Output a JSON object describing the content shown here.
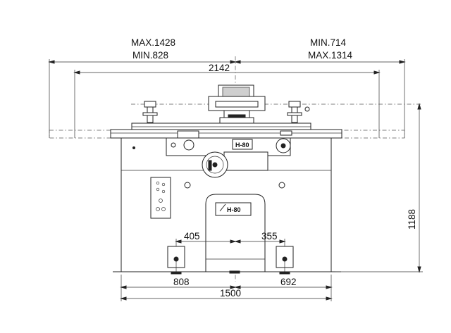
{
  "dimensions": {
    "left_max": "MAX.1428",
    "left_min": "MIN.828",
    "right_min": "MIN.714",
    "right_max": "MAX.1314",
    "total_width": "2142",
    "height": "1188",
    "foot_left": "405",
    "foot_right": "355",
    "base_left": "808",
    "base_right": "692",
    "base_total": "1500"
  },
  "machine": {
    "brand_label": "H-80"
  }
}
